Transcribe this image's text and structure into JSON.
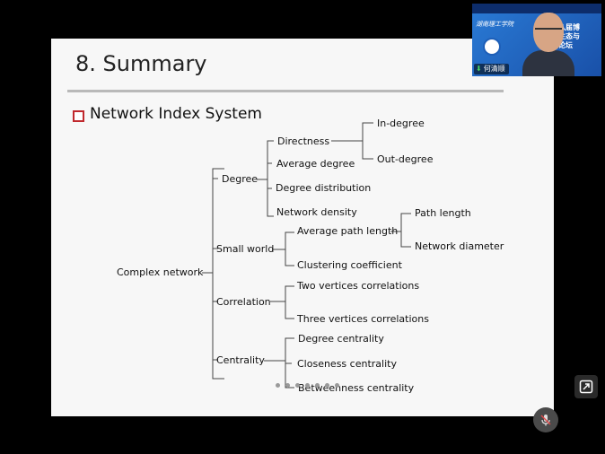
{
  "slide": {
    "title": "8. Summary",
    "section_heading": "Network Index System",
    "tree": {
      "root": "Complex network",
      "branches": [
        {
          "label": "Degree",
          "children": [
            {
              "label": "Directness",
              "children": [
                "In-degree",
                "Out-degree"
              ]
            },
            {
              "label": "Average degree"
            },
            {
              "label": "Degree distribution"
            },
            {
              "label": "Network density"
            }
          ]
        },
        {
          "label": "Small world",
          "children": [
            {
              "label": "Average path length",
              "children": [
                "Path length",
                "Network diameter"
              ]
            },
            {
              "label": "Clustering coefficient"
            }
          ]
        },
        {
          "label": "Correlation",
          "children": [
            {
              "label": "Two vertices correlations"
            },
            {
              "label": "Three vertices correlations"
            }
          ]
        },
        {
          "label": "Centrality",
          "children": [
            {
              "label": "Degree centrality"
            },
            {
              "label": "Closeness centrality"
            },
            {
              "label": "Betweenness centrality"
            }
          ]
        }
      ]
    }
  },
  "webcam": {
    "participant_name": "何清顺",
    "banner_text": "第十八届博\n翻译生态与\n专题论坛",
    "mic_icon": "mic-on-icon"
  },
  "controls": {
    "expand_icon": "expand-icon",
    "mic_icon": "mic-muted-icon"
  }
}
